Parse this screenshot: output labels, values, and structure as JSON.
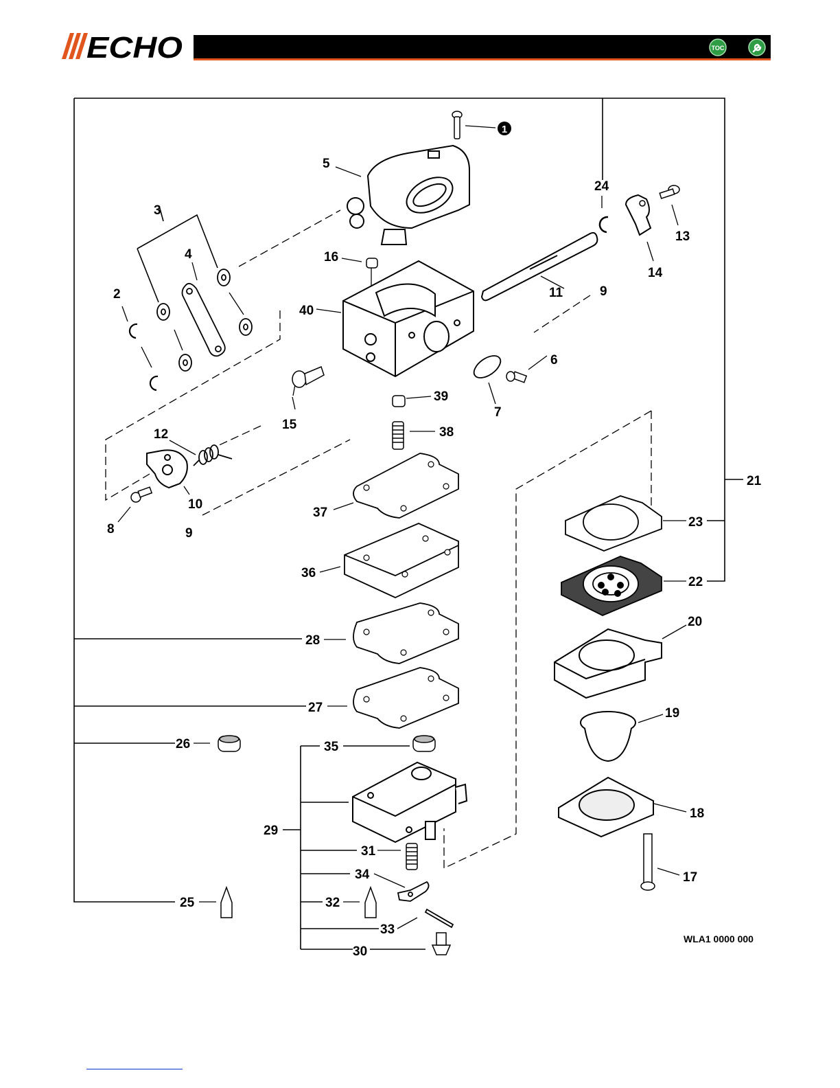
{
  "header": {
    "brand": "ECHO",
    "toc_label": "TOC",
    "colors": {
      "bar": "#000000",
      "rule": "#e0561c",
      "logo": "#000000",
      "logo_accent": "#e0561c",
      "button": "#2e9c45"
    }
  },
  "diagram": {
    "code": "WLA1 0000 000",
    "labels": {
      "l1": "1",
      "l2": "2",
      "l3": "3",
      "l4": "4",
      "l5": "5",
      "l6": "6",
      "l7": "7",
      "l8": "8",
      "l9a": "9",
      "l9b": "9",
      "l10": "10",
      "l11": "11",
      "l12": "12",
      "l13": "13",
      "l14": "14",
      "l15": "15",
      "l16": "16",
      "l17": "17",
      "l18": "18",
      "l19": "19",
      "l20": "20",
      "l21": "21",
      "l22": "22",
      "l23": "23",
      "l24": "24",
      "l25": "25",
      "l26": "26",
      "l27": "27",
      "l28": "28",
      "l29": "29",
      "l30": "30",
      "l31": "31",
      "l32": "32",
      "l33": "33",
      "l34": "34",
      "l35": "35",
      "l36": "36",
      "l37": "37",
      "l38": "38",
      "l39": "39",
      "l40": "40"
    }
  }
}
